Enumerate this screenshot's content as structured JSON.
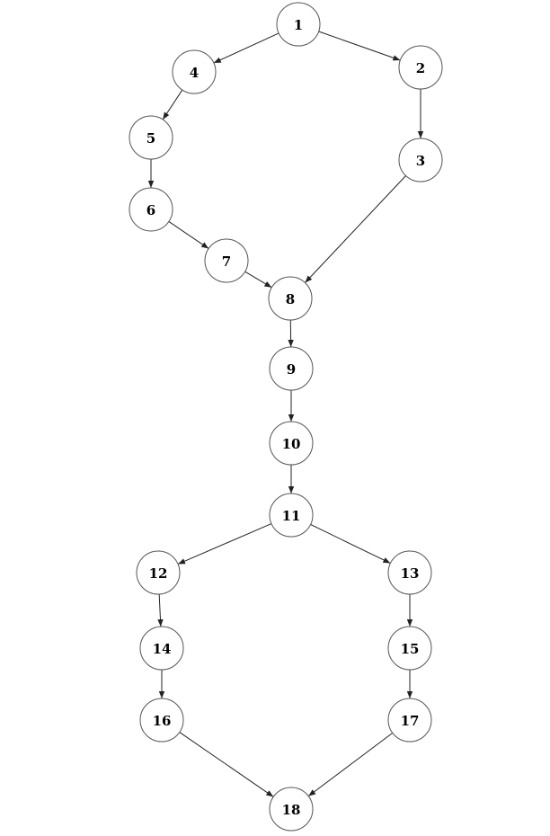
{
  "nodes": [
    "1",
    "2",
    "3",
    "4",
    "5",
    "6",
    "7",
    "8",
    "9",
    "10",
    "11",
    "12",
    "13",
    "14",
    "15",
    "16",
    "17",
    "18"
  ],
  "edges": [
    [
      "1",
      "4"
    ],
    [
      "1",
      "2"
    ],
    [
      "2",
      "3"
    ],
    [
      "4",
      "5"
    ],
    [
      "5",
      "6"
    ],
    [
      "6",
      "7"
    ],
    [
      "7",
      "8"
    ],
    [
      "3",
      "8"
    ],
    [
      "8",
      "9"
    ],
    [
      "9",
      "10"
    ],
    [
      "10",
      "11"
    ],
    [
      "11",
      "12"
    ],
    [
      "11",
      "13"
    ],
    [
      "12",
      "14"
    ],
    [
      "13",
      "15"
    ],
    [
      "14",
      "16"
    ],
    [
      "15",
      "17"
    ],
    [
      "16",
      "18"
    ],
    [
      "17",
      "18"
    ]
  ],
  "colors": {
    "edge": "#222222",
    "node_stroke": "#555555",
    "node_fill": "#ffffff"
  }
}
